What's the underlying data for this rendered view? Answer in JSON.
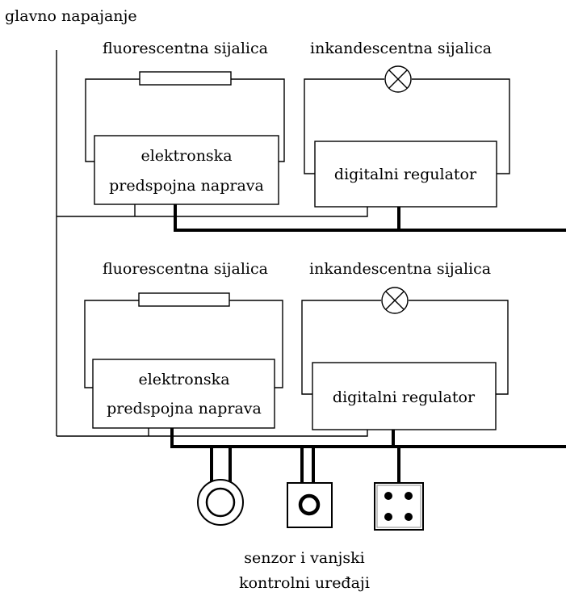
{
  "diagram": {
    "main_supply_label": "glavno napajanje",
    "circuits": [
      {
        "fluorescent_label": "fluorescentna sijalica",
        "incandescent_label": "inkandescentna sijalica",
        "ballast_line1": "elektronska",
        "ballast_line2": "predspojna naprava",
        "regulator_label": "digitalni regulator"
      },
      {
        "fluorescent_label": "fluorescentna sijalica",
        "incandescent_label": "inkandescentna sijalica",
        "ballast_line1": "elektronska",
        "ballast_line2": "predspojna naprava",
        "regulator_label": "digitalni regulator"
      }
    ],
    "devices_label_line1": "senzor i vanjski",
    "devices_label_line2": "kontrolni uređaji"
  }
}
